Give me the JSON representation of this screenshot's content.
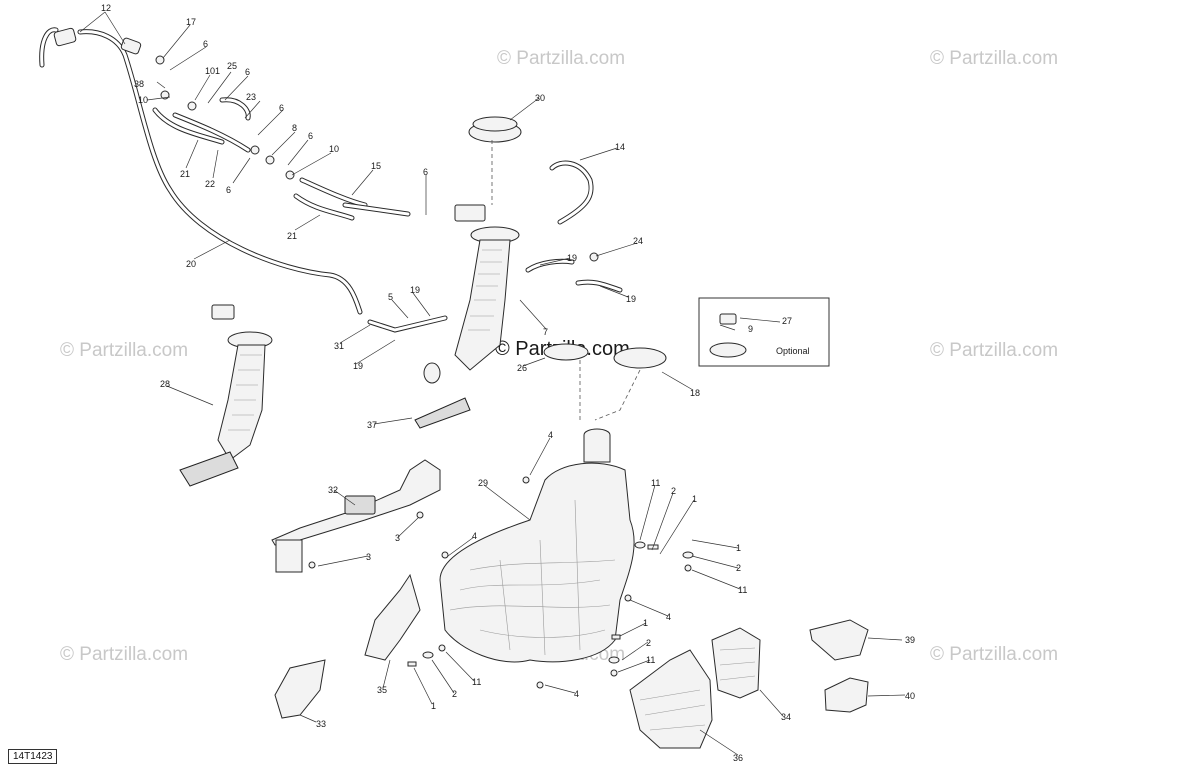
{
  "watermark": {
    "text": "© Partzilla.com",
    "center_text": "© Partzilla.com"
  },
  "diagram_code": "14T1423",
  "optional_label": "Optional",
  "callouts": [
    "12",
    "17",
    "6",
    "38",
    "101",
    "25",
    "6",
    "10",
    "23",
    "6",
    "8",
    "6",
    "10",
    "21",
    "22",
    "6",
    "15",
    "21",
    "20",
    "30",
    "14",
    "6",
    "24",
    "19",
    "19",
    "9",
    "27",
    "5",
    "19",
    "7",
    "31",
    "19",
    "26",
    "18",
    "28",
    "37",
    "4",
    "29",
    "11",
    "2",
    "1",
    "1",
    "2",
    "11",
    "4",
    "32",
    "3",
    "3",
    "4",
    "1",
    "2",
    "11",
    "4",
    "35",
    "1",
    "2",
    "11",
    "33",
    "34",
    "36",
    "39",
    "40"
  ],
  "colors": {
    "line": "#2a2a2a",
    "watermark": "#c8c8c8",
    "background": "#ffffff"
  }
}
